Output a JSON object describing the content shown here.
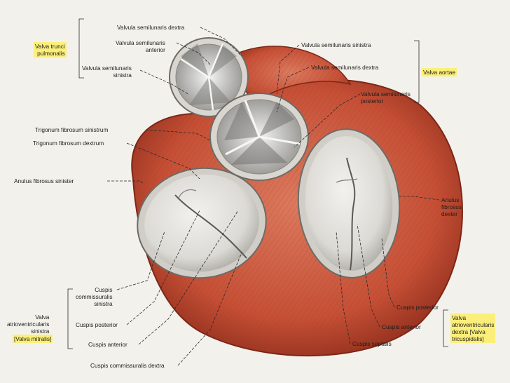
{
  "labels": {
    "valvula_semilunaris_dextra_top": "Valvula semilunaris dextra",
    "valva_trunci_pulmonalis": "Valva trunci\npulmonalis",
    "valvula_semilunaris_anterior": "Valvula semilunaris\nanterior",
    "valvula_semilunaris_sinistra_left": "Valvula semilunaris\nsinistra",
    "valvula_semilunaris_sinistra_right": "Valvula semilunaris sinistra",
    "valvula_semilunaris_dextra_right": "Valvula semilunaris dextra",
    "valva_aortae": "Valva aortae",
    "valvula_semilunaris_posterior": "Valvula semilunaris\nposterior",
    "trigonum_fibrosum_sinistrum": "Trigonum fibrosum sinistrum",
    "trigonum_fibrosum_dextrum": "Trigonum fibrosum dextrum",
    "anulus_fibrosus_sinister": "Anulus fibrosus sinister",
    "anulus_fibrosus_dexter": "Anulus\nfibrosus\ndexter",
    "cuspis_commissuralis_sinistra": "Cuspis\ncommissuralis\nsinistra",
    "valva_atrioventricularis_sinistra": "Valva\natrioventricularis\nsinistra",
    "valva_mitralis": "[Valva mitralis]",
    "cuspis_posterior_left": "Cuspis posterior",
    "cuspis_anterior_left": "Cuspis anterior",
    "cuspis_commissuralis_dextra": "Cuspis commissuralis dextra",
    "cuspis_posterior_right": "Cuspis posterior",
    "cuspis_anterior_right": "Cuspis anterior",
    "cuspis_septalis": "Cuspis septalis",
    "valva_atrioventricularis_dextra": "Valva\natrioventricularis\ndextra [Valva\ntricuspidalis]"
  },
  "colors": {
    "muscle": "#c8553a",
    "muscle_dark": "#8f2e1c",
    "valve": "#e3e1dc",
    "highlight": "#fbef7a"
  }
}
